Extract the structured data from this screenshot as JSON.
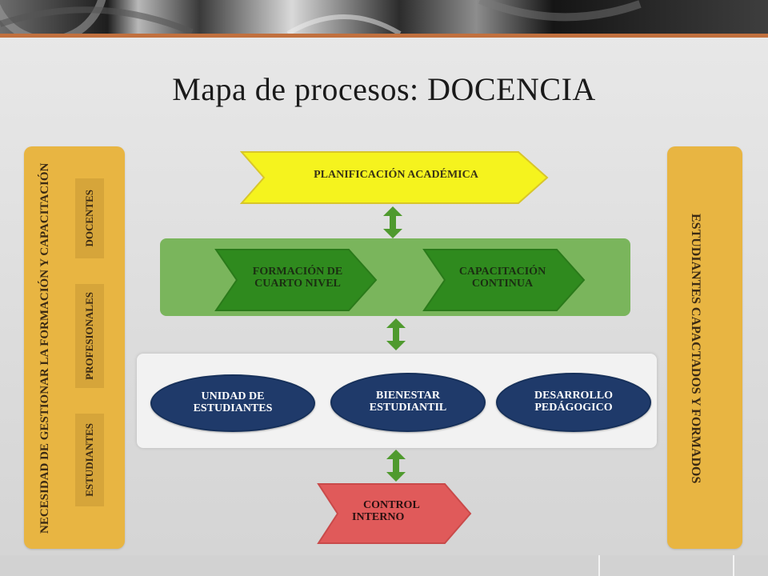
{
  "title": "Mapa de procesos: DOCENCIA",
  "left_panel": {
    "main_label": "NECESIDAD DE GESTIONAR LA FORMACIÓN Y CAPACITACIÓN",
    "boxes": [
      "DOCENTES",
      "PROFESIONALES",
      "ESTUDIANTES"
    ]
  },
  "right_panel": {
    "main_label": "ESTUDIANTES CAPACTADOS Y FORMADOS"
  },
  "strategic": {
    "label": "PLANIFICACIÓN ACADÉMICA"
  },
  "core": {
    "items": [
      {
        "label_line1": "FORMACIÓN DE",
        "label_line2": "CUARTO NIVEL"
      },
      {
        "label_line1": "CAPACITACIÓN",
        "label_line2": "CONTINUA"
      }
    ]
  },
  "support": {
    "items": [
      {
        "label_line1": "UNIDAD DE",
        "label_line2": "ESTUDIANTES"
      },
      {
        "label_line1": "BIENESTAR",
        "label_line2": "ESTUDIANTIL"
      },
      {
        "label_line1": "DESARROLLO",
        "label_line2": "PEDÁGOGICO"
      }
    ]
  },
  "control": {
    "label_line1": "CONTROL",
    "label_line2": "INTERNO"
  },
  "colors": {
    "panel": "#e8b542",
    "strategic": "#f5f31e",
    "core_band": "#7ab55c",
    "core_arrow": "#2f8a1e",
    "support_oval": "#1f3a6a",
    "control": "#e05a5a",
    "connector": "#4f9a2e"
  }
}
